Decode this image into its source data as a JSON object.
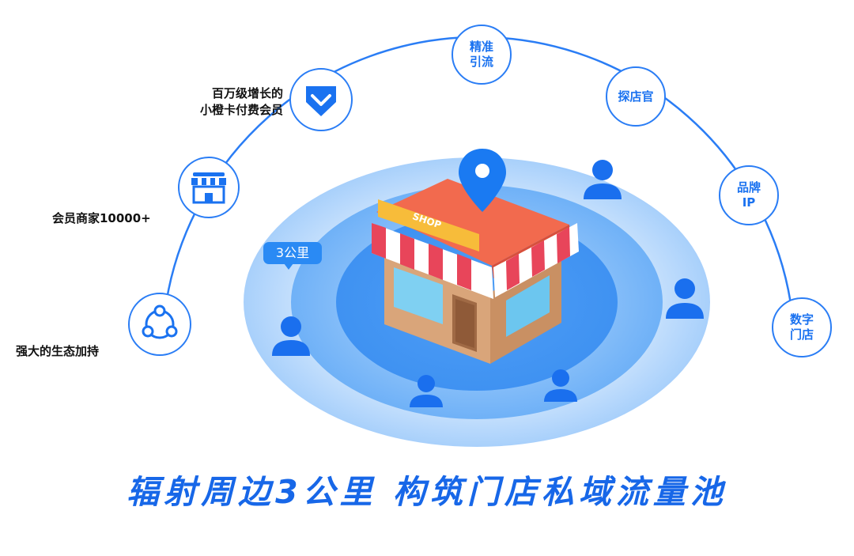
{
  "headline": "辐射周边3公里  构筑门店私域流量池",
  "radius_bubble": "3公里",
  "left_features": [
    {
      "label": "百万级增长的\n小橙卡付费会员",
      "icon": "chevron-down-shield-icon"
    },
    {
      "label": "会员商家10000+",
      "icon": "storefront-icon"
    },
    {
      "label": "强大的生态加持",
      "icon": "share-network-icon"
    }
  ],
  "right_nodes": [
    {
      "label": "精准\n引流"
    },
    {
      "label": "探店官"
    },
    {
      "label": "品牌\nIP"
    },
    {
      "label": "数字\n门店"
    }
  ],
  "shop_sign": "SHOP",
  "colors": {
    "accent": "#1a72f0",
    "headline": "#1767e8",
    "ring_outer": "#b8d8fb",
    "ring_mid": "#7fbaf7",
    "ring_inner": "#5aa4f5",
    "roof": "#f06a4f"
  }
}
